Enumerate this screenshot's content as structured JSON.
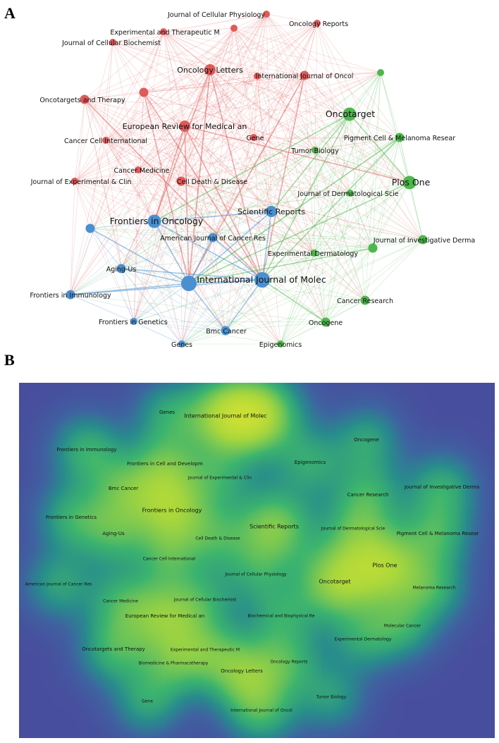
{
  "panel_a": {
    "letter": "A",
    "clusters": {
      "red": "#e05a5a",
      "green": "#4db84d",
      "blue": "#4a90d0"
    },
    "nodes": [
      {
        "label": "Journal of Cellular Physiology",
        "cluster": "red",
        "weight": 2
      },
      {
        "label": "",
        "cluster": "red",
        "weight": 2
      },
      {
        "label": "Oncology Reports",
        "cluster": "red",
        "weight": 2
      },
      {
        "label": "Experimental and Therapeutic M",
        "cluster": "red",
        "weight": 2
      },
      {
        "label": "Journal of Cellular Biochemist",
        "cluster": "red",
        "weight": 2
      },
      {
        "label": "Oncology Letters",
        "cluster": "red",
        "weight": 4
      },
      {
        "label": "International Journal of Oncol",
        "cluster": "red",
        "weight": 3
      },
      {
        "label": "",
        "cluster": "red",
        "weight": 2
      },
      {
        "label": "Oncotargets and Therapy",
        "cluster": "red",
        "weight": 3
      },
      {
        "label": "",
        "cluster": "red",
        "weight": 3
      },
      {
        "label": "European Review for Medical an",
        "cluster": "red",
        "weight": 4
      },
      {
        "label": "Gene",
        "cluster": "red",
        "weight": 2
      },
      {
        "label": "Cancer Cell International",
        "cluster": "red",
        "weight": 2
      },
      {
        "label": "Cancer Medicine",
        "cluster": "red",
        "weight": 2
      },
      {
        "label": "Journal of Experimental & Clin",
        "cluster": "red",
        "weight": 2
      },
      {
        "label": "Cell Death & Disease",
        "cluster": "red",
        "weight": 3
      },
      {
        "label": "Oncotarget",
        "cluster": "green",
        "weight": 5
      },
      {
        "label": "",
        "cluster": "green",
        "weight": 2
      },
      {
        "label": "Pigment Cell & Melanoma Resear",
        "cluster": "green",
        "weight": 3
      },
      {
        "label": "Tumor Biology",
        "cluster": "green",
        "weight": 2
      },
      {
        "label": "Plos One",
        "cluster": "green",
        "weight": 5
      },
      {
        "label": "Journal of Dermatological Scie",
        "cluster": "green",
        "weight": 2
      },
      {
        "label": "Journal of Investigative Derma",
        "cluster": "green",
        "weight": 3
      },
      {
        "label": "Experimental Dermatology",
        "cluster": "green",
        "weight": 2
      },
      {
        "label": "",
        "cluster": "green",
        "weight": 3
      },
      {
        "label": "Cancer Research",
        "cluster": "green",
        "weight": 3
      },
      {
        "label": "Oncogene",
        "cluster": "green",
        "weight": 3
      },
      {
        "label": "Epigenomics",
        "cluster": "green",
        "weight": 2
      },
      {
        "label": "Scientific Reports",
        "cluster": "blue",
        "weight": 4
      },
      {
        "label": "Frontiers in Oncology",
        "cluster": "blue",
        "weight": 5
      },
      {
        "label": "",
        "cluster": "blue",
        "weight": 3
      },
      {
        "label": "American Journal of Cancer Res",
        "cluster": "blue",
        "weight": 3
      },
      {
        "label": "Aging-Us",
        "cluster": "blue",
        "weight": 3
      },
      {
        "label": "International Journal of Molec",
        "cluster": "blue",
        "weight": 6
      },
      {
        "label": "",
        "cluster": "blue",
        "weight": 6
      },
      {
        "label": "Frontiers in Immunology",
        "cluster": "blue",
        "weight": 3
      },
      {
        "label": "Frontiers in Genetics",
        "cluster": "blue",
        "weight": 2
      },
      {
        "label": "Bmc Cancer",
        "cluster": "blue",
        "weight": 3
      },
      {
        "label": "Genes",
        "cluster": "blue",
        "weight": 2
      }
    ]
  },
  "panel_b": {
    "letter": "B",
    "background_color": "#4a4ea0",
    "labels": [
      {
        "label": "Genes",
        "density": 0.45,
        "size": 7
      },
      {
        "label": "International Journal of Molec",
        "density": 1.0,
        "size": 8
      },
      {
        "label": "",
        "density": 0.95,
        "size": 7
      },
      {
        "label": "Oncogene",
        "density": 0.5,
        "size": 7
      },
      {
        "label": "Frontiers in Immunology",
        "density": 0.6,
        "size": 7
      },
      {
        "label": "Frontiers in Cell and Developm",
        "density": 0.6,
        "size": 7
      },
      {
        "label": "Epigenomics",
        "density": 0.5,
        "size": 7
      },
      {
        "label": "Journal of Experimental & Clin",
        "density": 0.4,
        "size": 6
      },
      {
        "label": "Journal of Investigative Derma",
        "density": 0.55,
        "size": 7
      },
      {
        "label": "Bmc Cancer",
        "density": 0.55,
        "size": 7
      },
      {
        "label": "Cancer Research",
        "density": 0.55,
        "size": 7
      },
      {
        "label": "Frontiers in Oncology",
        "density": 0.95,
        "size": 8
      },
      {
        "label": "Frontiers in Genetics",
        "density": 0.55,
        "size": 7
      },
      {
        "label": "Scientific Reports",
        "density": 0.9,
        "size": 8
      },
      {
        "label": "Journal of Dermatological Scie",
        "density": 0.4,
        "size": 6
      },
      {
        "label": "Aging-Us",
        "density": 0.55,
        "size": 7
      },
      {
        "label": "Cell Death & Disease",
        "density": 0.45,
        "size": 6
      },
      {
        "label": "Pigment Cell & Melanoma Resear",
        "density": 0.55,
        "size": 7
      },
      {
        "label": "Cancer Cell International",
        "density": 0.45,
        "size": 6
      },
      {
        "label": "Plos One",
        "density": 1.0,
        "size": 8
      },
      {
        "label": "Journal of Cellular Physiology",
        "density": 0.4,
        "size": 6
      },
      {
        "label": "Oncotarget",
        "density": 0.95,
        "size": 8
      },
      {
        "label": "American Journal of Cancer Res",
        "density": 0.5,
        "size": 6
      },
      {
        "label": "Melanoma Research",
        "density": 0.5,
        "size": 6
      },
      {
        "label": "Cancer Medicine",
        "density": 0.5,
        "size": 6
      },
      {
        "label": "Journal of Cellular Biochemist",
        "density": 0.4,
        "size": 6
      },
      {
        "label": "European Review for Medical an",
        "density": 0.8,
        "size": 7
      },
      {
        "label": "Biochemical and Biophysical Re",
        "density": 0.45,
        "size": 6
      },
      {
        "label": "Molecular Cancer",
        "density": 0.5,
        "size": 6
      },
      {
        "label": "Experimental Dermatology",
        "density": 0.45,
        "size": 6
      },
      {
        "label": "Oncotargets and Therapy",
        "density": 0.6,
        "size": 7
      },
      {
        "label": "Experimental and Therapeutic M",
        "density": 0.45,
        "size": 6
      },
      {
        "label": "Oncology Reports",
        "density": 0.5,
        "size": 6
      },
      {
        "label": "Biomedicine & Pharmacotherapy",
        "density": 0.5,
        "size": 6
      },
      {
        "label": "Oncology Letters",
        "density": 0.8,
        "size": 7
      },
      {
        "label": "Gene",
        "density": 0.5,
        "size": 6
      },
      {
        "label": "Tumor Biology",
        "density": 0.45,
        "size": 6
      },
      {
        "label": "International Journal of Oncol",
        "density": 0.6,
        "size": 6
      }
    ]
  }
}
